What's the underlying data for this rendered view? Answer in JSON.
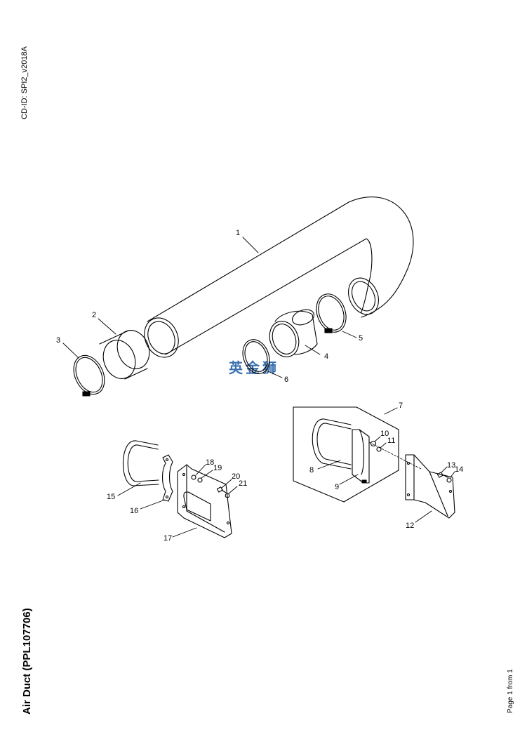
{
  "document": {
    "cd_id": "CD-ID: SPI2_v2018A",
    "title": "Air Duct (PPL107706)",
    "page_info": "Page 1 from 1",
    "watermark": "英金狮"
  },
  "callouts": [
    "1",
    "2",
    "3",
    "4",
    "5",
    "6",
    "7",
    "8",
    "9",
    "10",
    "11",
    "12",
    "13",
    "14",
    "15",
    "16",
    "17",
    "18",
    "19",
    "20",
    "21"
  ]
}
